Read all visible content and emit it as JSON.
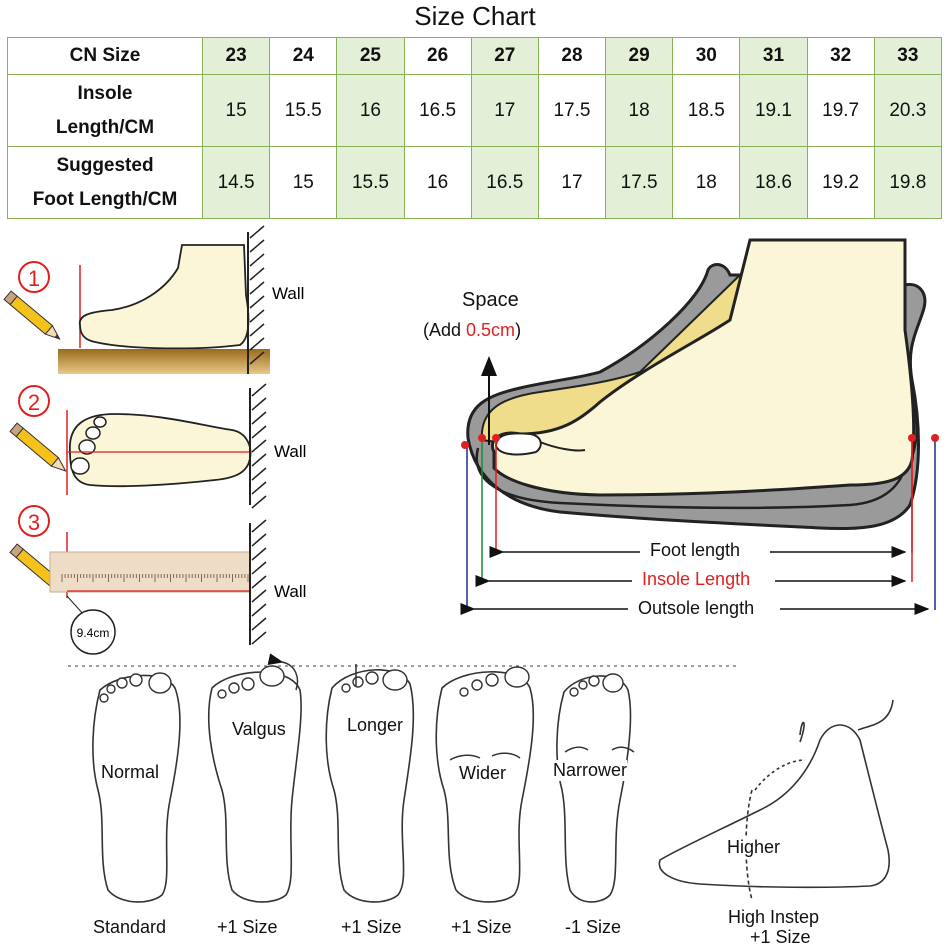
{
  "title": "Size Chart",
  "table": {
    "header_label": "CN Size",
    "sizes": [
      "23",
      "24",
      "25",
      "26",
      "27",
      "28",
      "29",
      "30",
      "31",
      "32",
      "33"
    ],
    "insole_label_line1": "Insole",
    "insole_label_line2": "Length/CM",
    "insole": [
      "15",
      "15.5",
      "16",
      "16.5",
      "17",
      "17.5",
      "18",
      "18.5",
      "19.1",
      "19.7",
      "20.3"
    ],
    "foot_label_line1": "Suggested",
    "foot_label_line2": "Foot Length/CM",
    "foot": [
      "14.5",
      "15",
      "15.5",
      "16",
      "16.5",
      "17",
      "17.5",
      "18",
      "18.6",
      "19.2",
      "19.8"
    ]
  },
  "steps": {
    "step1": "1",
    "step2": "2",
    "step3": "3",
    "wall": "Wall",
    "ruler_reading": "9.4cm"
  },
  "shoe_diagram": {
    "space_label": "Space",
    "add_prefix": "(Add ",
    "add_value": "0.5cm",
    "add_suffix": ")",
    "foot_length": "Foot length",
    "insole_length": "Insole Length",
    "outsole_length": "Outsole length"
  },
  "foot_types": {
    "normal": "Normal",
    "valgus": "Valgus",
    "longer": "Longer",
    "wider": "Wider",
    "narrower": "Narrower",
    "higher": "Higher",
    "standard": "Standard",
    "plus_one_a": "+1 Size",
    "plus_one_b": "+1 Size",
    "plus_one_c": "+1 Size",
    "minus_one": "-1 Size",
    "high_instep": "High Instep",
    "high_instep_size": "+1 Size"
  },
  "colors": {
    "table_border": "#8ab058",
    "table_highlight": "#e3efd6",
    "accent_red": "#e02020",
    "foot_fill": "#fbf6d8",
    "shoe_gray": "#9a9a9a",
    "insole_yellow": "#f0dd8c"
  }
}
